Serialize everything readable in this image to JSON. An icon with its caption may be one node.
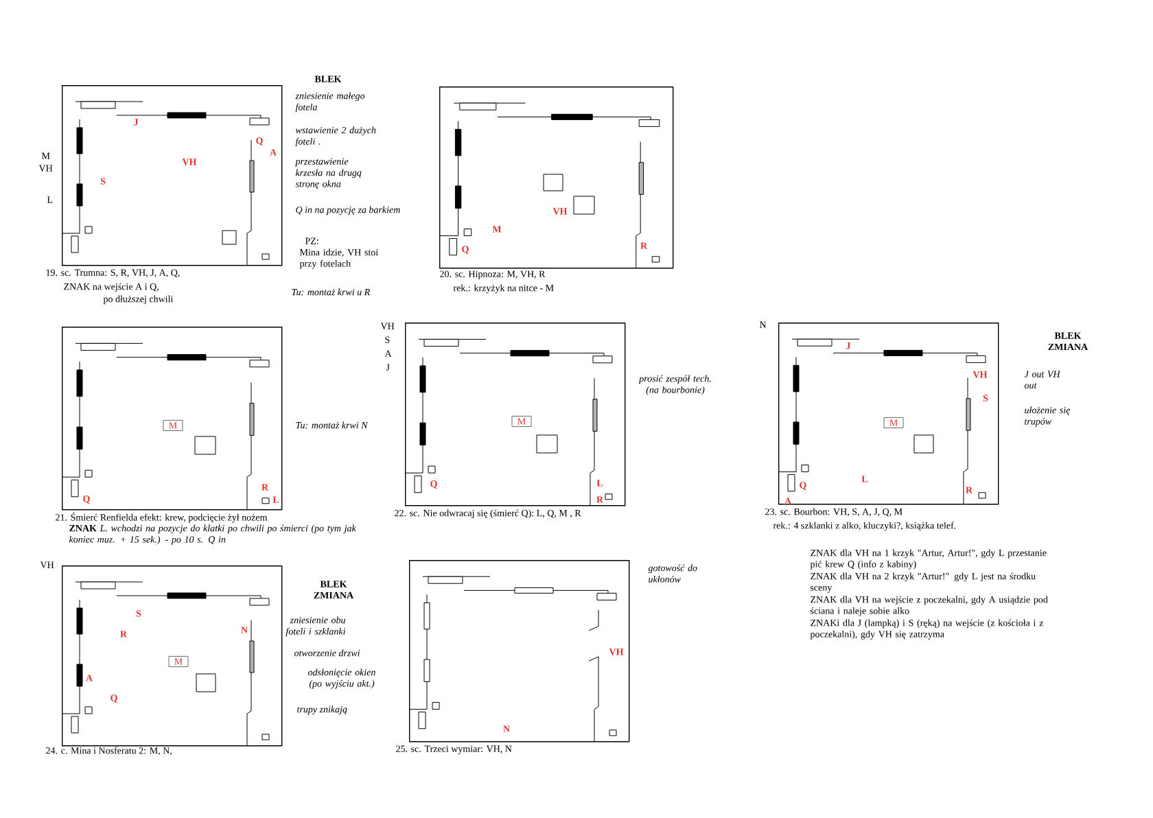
{
  "diagram": {
    "nodes": [
      {
        "text": [
          "J",
          "VH",
          "S",
          "Q",
          "A"
        ],
        "beside": [
          "19. sc. Trumna: S, R, VH, J, A, Q,",
          "ZNAK na wejście A i Q,",
          "po dłuższej chwili"
        ]
      },
      {
        "text": [
          "Q",
          "M",
          "VH",
          "R"
        ],
        "beside": [
          "20. sc. Hipnoza: M, VH, R",
          "rek.: krzyżyk na nitce - M"
        ]
      },
      {
        "text": [
          "Q",
          "R",
          "L"
        ],
        "beside": [
          "21. Śmierć Renfielda efekt: krew, podcięcie żył nożem",
          "**ZNAK** *L. wchodzi na pozycje do klatki po chwili po śmierci (po tym jak koniec muz. + 15 sek.) - po 10 s. Q in*"
        ]
      },
      {
        "text": [
          "M"
        ],
        "in": 2
      },
      {
        "text": [
          "Q",
          "L",
          "R"
        ],
        "beside": [
          "22. sc. Nie odwracaj się (śmierć Q): L, Q, M , R"
        ]
      },
      {
        "text": [
          "M"
        ],
        "in": 4
      },
      {
        "text": [
          "J",
          "VH",
          "S",
          "Q",
          "L",
          "R",
          "A"
        ],
        "beside": [
          "23. sc. Bourbon: VH, S, A, J, Q, M",
          "rek.: 4 szklanki z alko, kluczyki?, książka telef."
        ]
      },
      {
        "text": [
          "M"
        ],
        "in": 6
      },
      {
        "text": [
          "S",
          "R",
          "N",
          "A",
          "Q"
        ],
        "beside": [
          "24. c. Mina i Nosferatu 2: M, N,"
        ]
      },
      {
        "text": [
          "M"
        ],
        "in": 8
      },
      {
        "text": [
          "VH",
          "N"
        ],
        "beside": [
          "25. sc. Trzeci wymiar: VH, N"
        ]
      }
    ],
    "labels": [
      "BLEK",
      "zniesienie małego fotela",
      "wstawienie 2 dużych foteli .",
      "przestawienie krzesła na drugą stronę okna",
      "Q in na pozycję za barkiem",
      "PZ:",
      "Mina idzie, VH stoi przy fotelach",
      "Tu: montaż krwi u R",
      "M",
      "VH",
      "L",
      "Tu: montaż krwi N",
      "VH",
      "S",
      "A",
      "J",
      "prosić zespół tech. (na bourbonie)",
      "N",
      "BLEK ZMIANA",
      "J out VH out",
      "ułożenie się trupów",
      "ZNAK dla VH na 1 krzyk \"Artur, Artur!\", gdy L przestanie pić krew Q (info z kabiny)",
      "ZNAK dla VH na 2 krzyk \"Artur!\" gdy L jest na środku sceny",
      "ZNAK dla VH na wejście z poczekalni, gdy A usiądzie pod ściana i naleje sobie alko",
      "ZNAKi dla J (lampką) i S (ręką) na wejście (z kościoła i z poczekalni), gdy VH się zatrzyma",
      "VH",
      "BLEK ZMIANA",
      "zniesienie obu foteli i szklanki",
      "otworzenie drzwi",
      "odsłonięcie okien (po wyjściu akt.)",
      "trupy znikają",
      "gotowość do ukłonów"
    ]
  }
}
